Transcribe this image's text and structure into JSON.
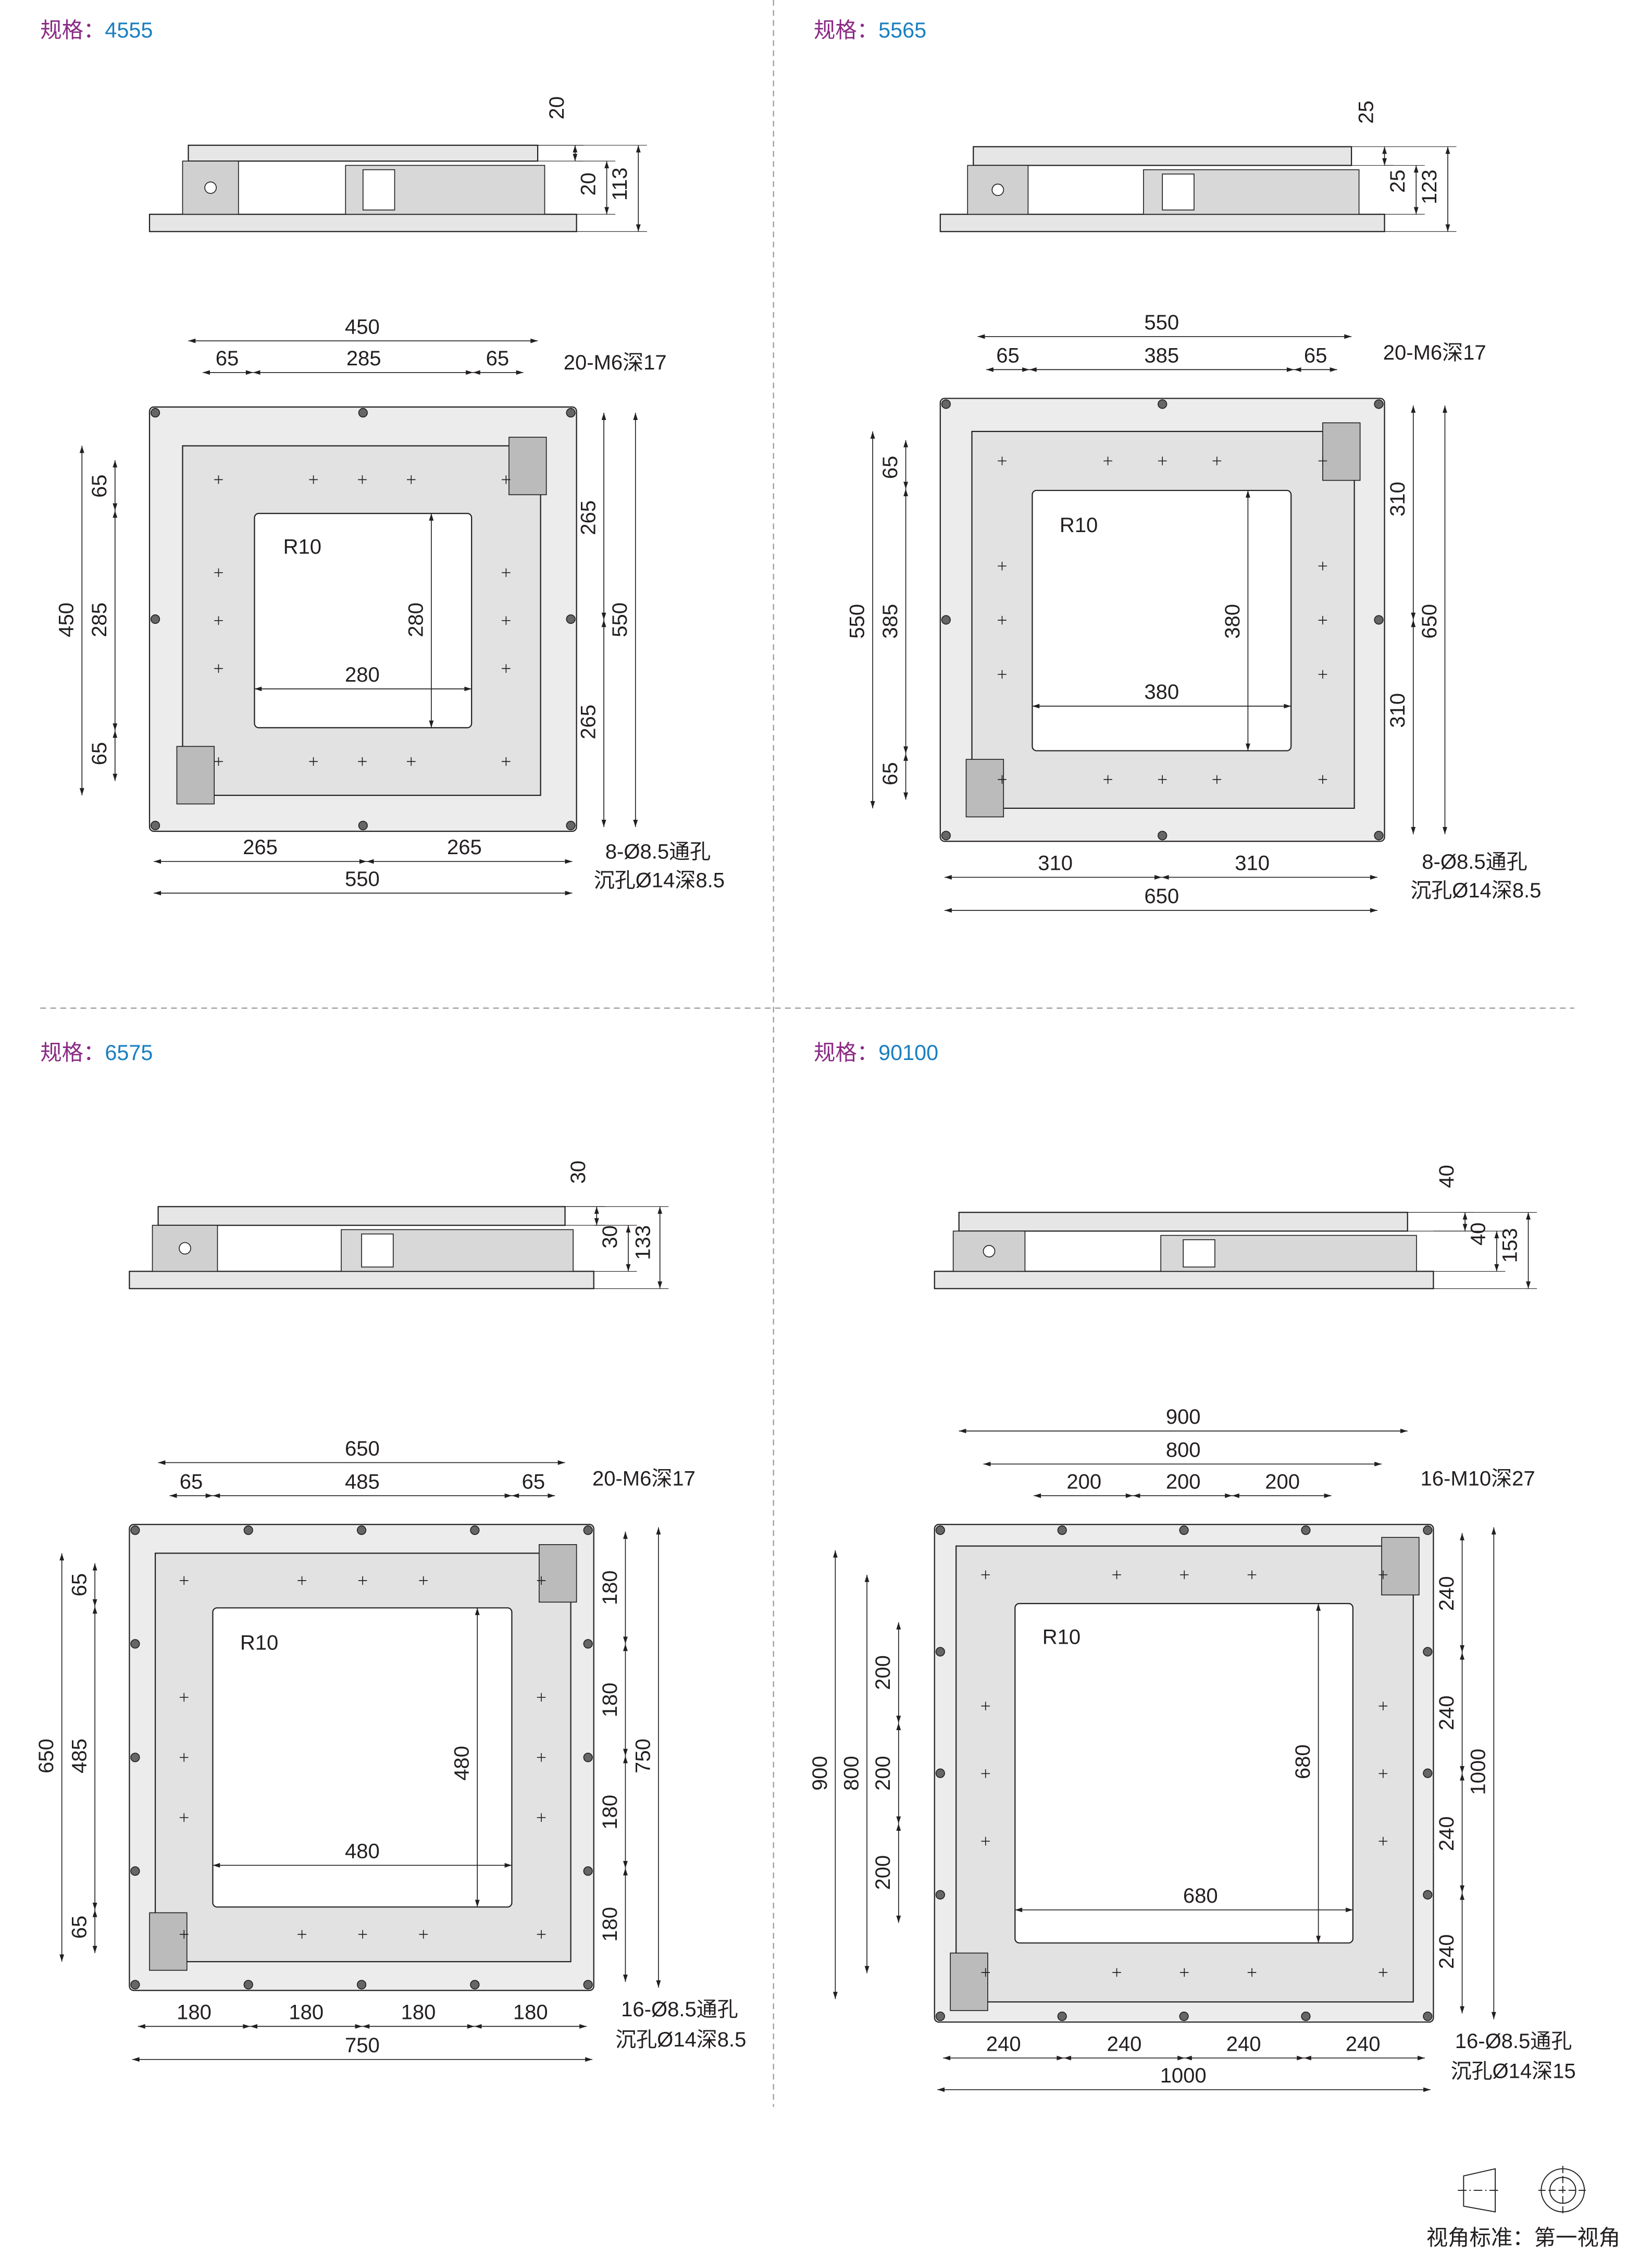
{
  "colors": {
    "spec_label": "#8b2a85",
    "spec_value": "#1a7fc0",
    "plate": "#e8e8e8",
    "line": "#231f20"
  },
  "quadrants": [
    {
      "spec_label": "规格：",
      "spec_value": "4555",
      "side": [
        "20",
        "20",
        "113"
      ],
      "labels": [
        "450",
        "65",
        "285",
        "65",
        "280",
        "265",
        "265",
        "550",
        "280",
        "265",
        "265",
        "550",
        "450",
        "285",
        "65",
        "65",
        "R10",
        "20-M6深17",
        "8-Ø8.5通孔",
        "沉孔Ø14深8.5"
      ]
    },
    {
      "spec_label": "规格：",
      "spec_value": "5565",
      "side": [
        "25",
        "25",
        "123"
      ],
      "labels": [
        "550",
        "65",
        "385",
        "65",
        "380",
        "310",
        "310",
        "650",
        "380",
        "310",
        "310",
        "650",
        "550",
        "385",
        "65",
        "65",
        "R10",
        "20-M6深17",
        "8-Ø8.5通孔",
        "沉孔Ø14深8.5"
      ]
    },
    {
      "spec_label": "规格：",
      "spec_value": "6575",
      "side": [
        "30",
        "30",
        "133"
      ],
      "labels": [
        "650",
        "65",
        "485",
        "65",
        "480",
        "180",
        "180",
        "180",
        "180",
        "750",
        "480",
        "180",
        "180",
        "180",
        "180",
        "750",
        "650",
        "485",
        "65",
        "65",
        "R10",
        "20-M6深17",
        "16-Ø8.5通孔",
        "沉孔Ø14深8.5"
      ]
    },
    {
      "spec_label": "规格：",
      "spec_value": "90100",
      "side": [
        "40",
        "40",
        "153"
      ],
      "labels": [
        "900",
        "800",
        "200",
        "200",
        "200",
        "680",
        "240",
        "240",
        "240",
        "240",
        "1000",
        "680",
        "240",
        "240",
        "240",
        "240",
        "1000",
        "900",
        "800",
        "200",
        "200",
        "200",
        "R10",
        "16-M10深27",
        "16-Ø8.5通孔",
        "沉孔Ø14深15"
      ]
    }
  ],
  "legend": {
    "title": "视角标准：第一视角"
  }
}
